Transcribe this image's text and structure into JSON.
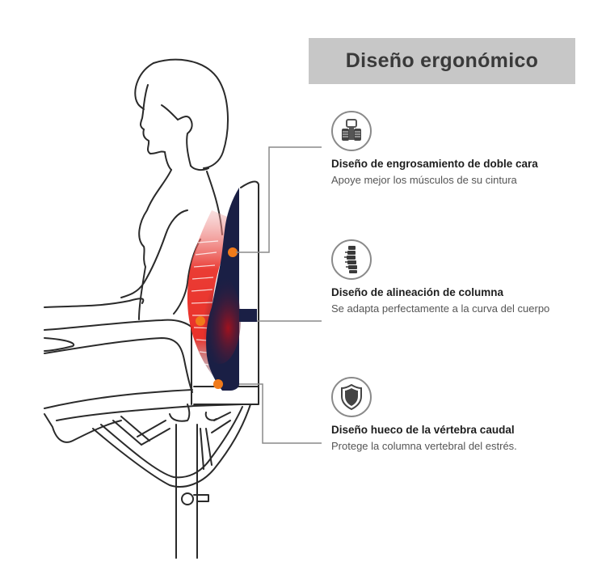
{
  "header": {
    "title": "Diseño ergonómico"
  },
  "features": [
    {
      "icon": "double-thickness-cushion-icon",
      "title": "Diseño de engrosamiento de doble cara",
      "description": "Apoye mejor los músculos de su cintura"
    },
    {
      "icon": "spine-column-icon",
      "title": "Diseño de alineación de columna",
      "description": "Se adapta perfectamente a la curva del cuerpo"
    },
    {
      "icon": "shield-icon",
      "title": "Diseño hueco de la vértebra caudal",
      "description": "Protege la columna vertebral del estrés."
    }
  ],
  "colors": {
    "title_bg": "#c7c7c7",
    "cushion": "#1a1f45",
    "marker": "#f07a1a",
    "spine": "#e8261e",
    "leader_line": "#8a8a8a"
  }
}
